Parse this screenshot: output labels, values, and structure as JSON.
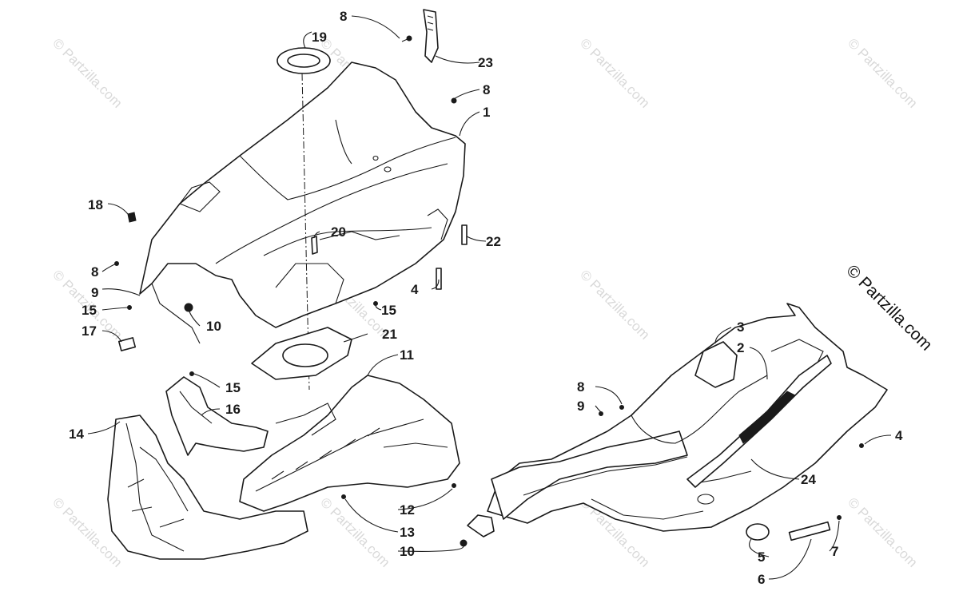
{
  "watermark": "© Partzilla.com",
  "side_watermark": "© Partzilla.com",
  "callouts": {
    "c1": "1",
    "c2": "2",
    "c3": "3",
    "c4a": "4",
    "c4b": "4",
    "c5": "5",
    "c6": "6",
    "c7": "7",
    "c8a": "8",
    "c8b": "8",
    "c8c": "8",
    "c8d": "8",
    "c9a": "9",
    "c9b": "9",
    "c10a": "10",
    "c10b": "10",
    "c11": "11",
    "c12": "12",
    "c13": "13",
    "c14": "14",
    "c15a": "15",
    "c15b": "15",
    "c15c": "15",
    "c16": "16",
    "c17": "17",
    "c18": "18",
    "c19": "19",
    "c20": "20",
    "c21": "21",
    "c22": "22",
    "c23": "23",
    "c24": "24"
  }
}
